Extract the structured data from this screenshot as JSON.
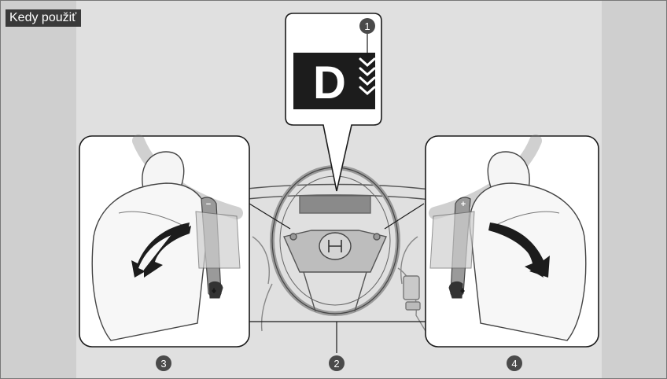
{
  "section_label": "Kedy použiť",
  "display": {
    "gear_letter": "D"
  },
  "callouts": [
    "1",
    "2",
    "3",
    "4"
  ],
  "paddles": {
    "left_sign": "−",
    "right_sign": "+"
  },
  "colors": {
    "page_bg": "#d8d8d8",
    "panel_bg": "#ffffff",
    "line": "#1a1a1a",
    "callout_fill": "#4a4a4a",
    "label_bg": "#3a3a3a",
    "display_bg": "#1c1c1c"
  }
}
